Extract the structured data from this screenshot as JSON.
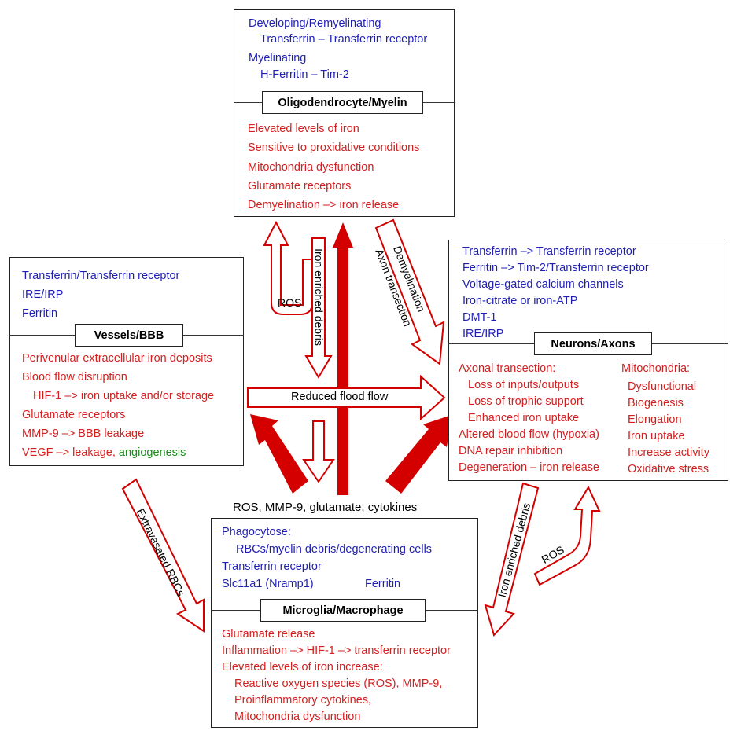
{
  "oligodendrocyte": {
    "title": "Oligodendrocyte/Myelin",
    "top": [
      "Developing/Remyelinating",
      "Transferrin – Transferrin receptor",
      "Myelinating",
      "H-Ferritin – Tim-2"
    ],
    "bottom": [
      "Elevated levels of iron",
      "Sensitive to proxidative conditions",
      "Mitochondria dysfunction",
      "Glutamate receptors",
      "Demyelination –> iron release"
    ]
  },
  "vessels": {
    "title": "Vessels/BBB",
    "top": [
      "Transferrin/Transferrin receptor",
      "IRE/IRP",
      "Ferritin"
    ],
    "bottom": [
      "Perivenular extracellular iron deposits",
      "Blood flow disruption",
      "HIF-1 –> iron uptake and/or storage",
      "Glutamate receptors",
      "MMP-9 –> BBB leakage"
    ],
    "vegf_red": "VEGF –> leakage, ",
    "vegf_green": "angiogenesis"
  },
  "neurons": {
    "title": "Neurons/Axons",
    "top": [
      "Transferrin –> Transferrin receptor",
      "Ferritin –> Tim-2/Transferrin receptor",
      "Voltage-gated calcium channels",
      "Iron-citrate or iron-ATP",
      "DMT-1",
      "IRE/IRP"
    ],
    "left": [
      "Axonal transection:",
      "Loss of inputs/outputs",
      "Loss of trophic support",
      "Enhanced iron uptake",
      "Altered blood flow (hypoxia)",
      "DNA repair inhibition",
      "Degeneration – iron release"
    ],
    "right": [
      "Mitochondria:",
      "Dysfunctional",
      "Biogenesis",
      "Elongation",
      "Iron uptake",
      "Increase activity",
      "Oxidative stress"
    ]
  },
  "microglia": {
    "title": "Microglia/Macrophage",
    "top": [
      "Phagocytose:",
      "RBCs/myelin debris/degenerating cells",
      "Transferrin receptor",
      "Slc11a1 (Nramp1)",
      "Ferritin"
    ],
    "bottom": [
      "Glutamate  release",
      "Inflammation –> HIF-1 –> transferrin receptor",
      "Elevated levels of iron increase:",
      "Reactive oxygen species (ROS), MMP-9,",
      "Proinflammatory cytokines,",
      "Mitochondria dysfunction"
    ]
  },
  "arrows": {
    "ros_top": "ROS",
    "iron_debris_top": "Iron enriched debris",
    "demyelination": "Demyelination",
    "axon_transection": "Axon transection",
    "reduced_flow": "Reduced flood flow",
    "extravasated": "Extravasated RBCs",
    "iron_debris_right": "Iron enriched debris",
    "ros_right": "ROS",
    "center_label": "ROS, MMP-9, glutamate, cytokines"
  },
  "colors": {
    "blue_text": "#1f1fb4",
    "red_text": "#d32020",
    "green_text": "#1a8c1a",
    "arrow_red": "#d40000"
  }
}
